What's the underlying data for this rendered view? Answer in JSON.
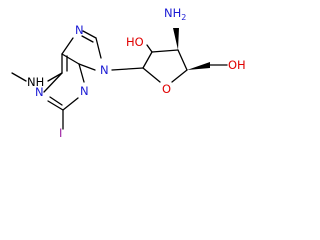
{
  "structure": {
    "atom_labels": {
      "nh_methylamino": "NH",
      "n_purine_7": "N",
      "n_purine_9": "N",
      "n_purine_1": "N",
      "n_purine_3": "N",
      "iodo": "I",
      "hydroxyl_ring": "HO",
      "amino_nh2_main": "NH",
      "amino_nh2_sub": "2",
      "ring_oxygen": "O",
      "hydroxymethyl_oh": "OH"
    },
    "colors": {
      "bond": "#000000",
      "nitrogen": "#1a1ad4",
      "oxygen": "#e00000",
      "iodine": "#9b1fa0"
    }
  }
}
